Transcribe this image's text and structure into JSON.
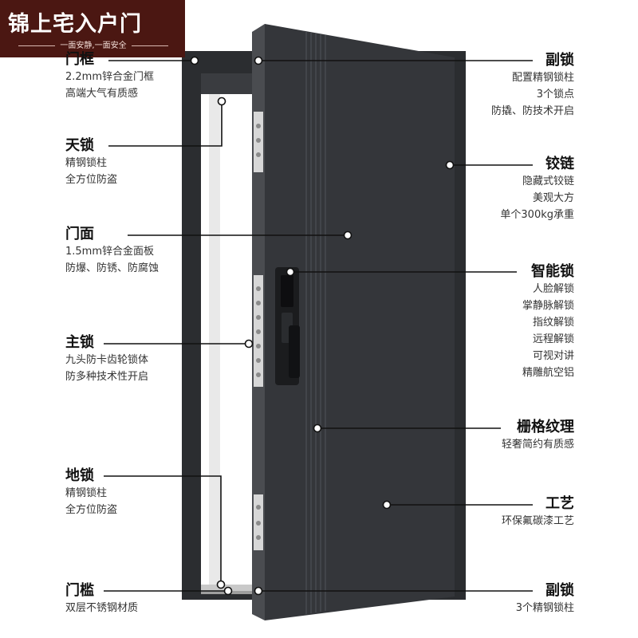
{
  "brand": {
    "name": "锦上宅入户门",
    "slogan": "一面安静,一面安全"
  },
  "colors": {
    "door": "#34363a",
    "frame": "#2b2d30",
    "logo_bg": "#4b1712"
  },
  "left_labels": [
    {
      "title": "门框",
      "lines": [
        "2.2mm锌合金门框",
        "高端大气有质感"
      ]
    },
    {
      "title": "天锁",
      "lines": [
        "精钢锁柱",
        "全方位防盗"
      ]
    },
    {
      "title": "门面",
      "lines": [
        "1.5mm锌合金面板",
        "防爆、防锈、防腐蚀"
      ]
    },
    {
      "title": "主锁",
      "lines": [
        "九头防卡齿轮锁体",
        "防多种技术性开启"
      ]
    },
    {
      "title": "地锁",
      "lines": [
        "精钢锁柱",
        "全方位防盗"
      ]
    },
    {
      "title": "门槛",
      "lines": [
        "双层不锈钢材质"
      ]
    }
  ],
  "right_labels": [
    {
      "title": "副锁",
      "lines": [
        "配置精钢锁柱",
        "3个锁点",
        "防撬、防技术开启"
      ]
    },
    {
      "title": "铰链",
      "lines": [
        "隐藏式铰链",
        "美观大方",
        "单个300kg承重"
      ]
    },
    {
      "title": "智能锁",
      "lines": [
        "人脸解锁",
        "掌静脉解锁",
        "指纹解锁",
        "远程解锁",
        "可视对讲",
        "精雕航空铝"
      ]
    },
    {
      "title": "栅格纹理",
      "lines": [
        "轻奢简约有质感"
      ]
    },
    {
      "title": "工艺",
      "lines": [
        "环保氟碳漆工艺"
      ]
    },
    {
      "title": "副锁",
      "lines": [
        "3个精钢锁柱"
      ]
    }
  ]
}
